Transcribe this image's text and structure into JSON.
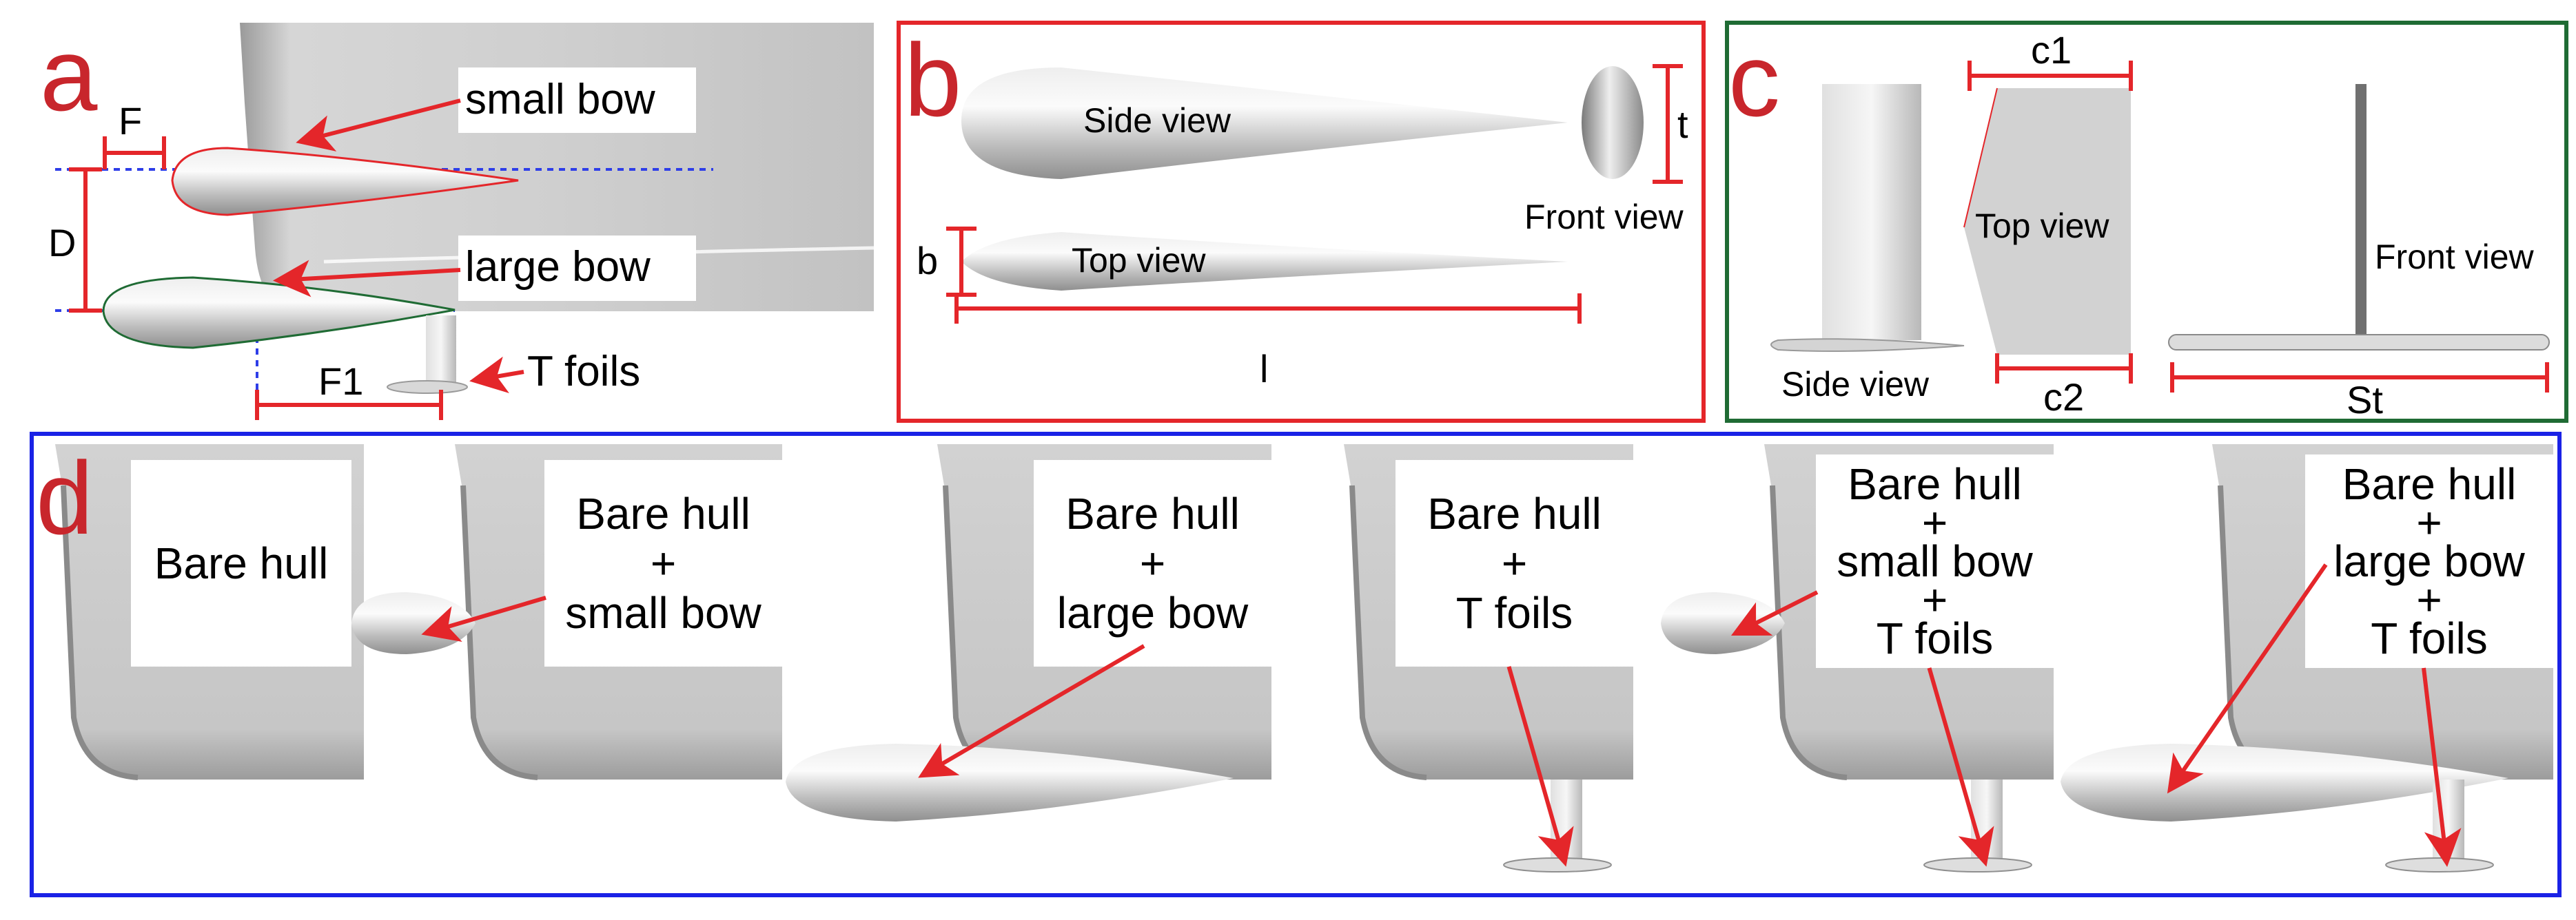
{
  "colors": {
    "red": "#e4262a",
    "panel_letter": "#c8262c",
    "blue_frame": "#1a22e6",
    "green_frame": "#1f6b34",
    "red_frame": "#e4262a",
    "dash_blue": "#2e3ee8",
    "hull_gray": "#c8c8c8"
  },
  "panel_a": {
    "letter": "a",
    "label_small_bow": "small bow",
    "label_large_bow": "large bow",
    "label_t_foils": "T foils",
    "dim_f": "F",
    "dim_d": "D",
    "dim_f1": "F1"
  },
  "panel_b": {
    "letter": "b",
    "side_view": "Side view",
    "top_view": "Top view",
    "front_view": "Front view",
    "dim_t": "t",
    "dim_b": "b",
    "dim_l": "l"
  },
  "panel_c": {
    "letter": "c",
    "side_view": "Side view",
    "top_view": "Top view",
    "front_view": "Front view",
    "dim_c1": "c1",
    "dim_c2": "c2",
    "dim_st": "St"
  },
  "panel_d": {
    "letter": "d",
    "configs": [
      {
        "lines": [
          "Bare hull"
        ]
      },
      {
        "lines": [
          "Bare hull",
          "+",
          "small bow"
        ]
      },
      {
        "lines": [
          "Bare hull",
          "+",
          "large bow"
        ]
      },
      {
        "lines": [
          "Bare hull",
          "+",
          "T foils"
        ]
      },
      {
        "lines": [
          "Bare hull",
          "+",
          "small bow",
          "+",
          "T foils"
        ]
      },
      {
        "lines": [
          "Bare hull",
          "+",
          "large bow",
          "+",
          "T foils"
        ]
      }
    ]
  }
}
